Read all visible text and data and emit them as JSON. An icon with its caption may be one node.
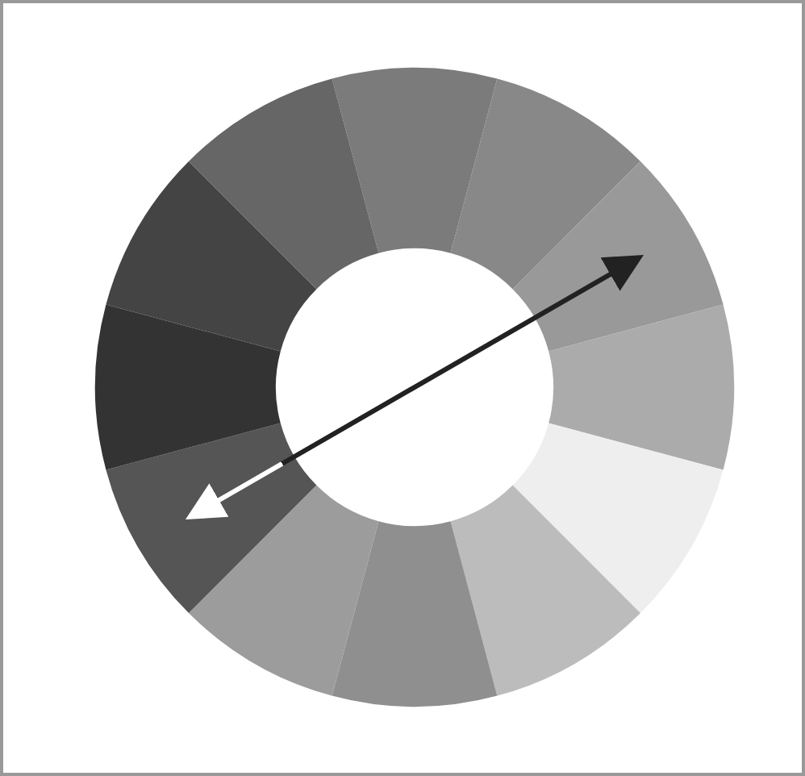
{
  "diagram": {
    "nodes": [
      {
        "text": [],
        "shape": "wedge"
      },
      {
        "text": [],
        "shape": "wedge"
      },
      {
        "text": [],
        "shape": "wedge"
      },
      {
        "text": [],
        "shape": "wedge"
      },
      {
        "text": [],
        "shape": "wedge"
      },
      {
        "text": [],
        "shape": "wedge"
      },
      {
        "text": [],
        "shape": "wedge"
      },
      {
        "text": [],
        "shape": "wedge"
      },
      {
        "text": [],
        "shape": "wedge"
      },
      {
        "text": [],
        "shape": "wedge"
      },
      {
        "text": [],
        "shape": "wedge"
      },
      {
        "text": [],
        "shape": "wedge"
      }
    ],
    "edges": [
      {
        "from": 8,
        "to": 2,
        "arrow": "both"
      }
    ]
  }
}
